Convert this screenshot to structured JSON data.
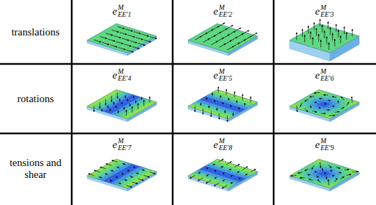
{
  "diagram": {
    "labels": [
      "translations",
      "e",
      "M",
      "EE′1",
      "e",
      "M",
      "EE′2",
      "e",
      "M",
      "EE′3",
      "rotations",
      "e",
      "M",
      "EE′4",
      "e",
      "M",
      "EE′5",
      "e",
      "M",
      "EE′6",
      "tensions and shear",
      "e",
      "M",
      "EE′7",
      "e",
      "M",
      "EE′8",
      "e",
      "M",
      "EE′9"
    ]
  }
}
